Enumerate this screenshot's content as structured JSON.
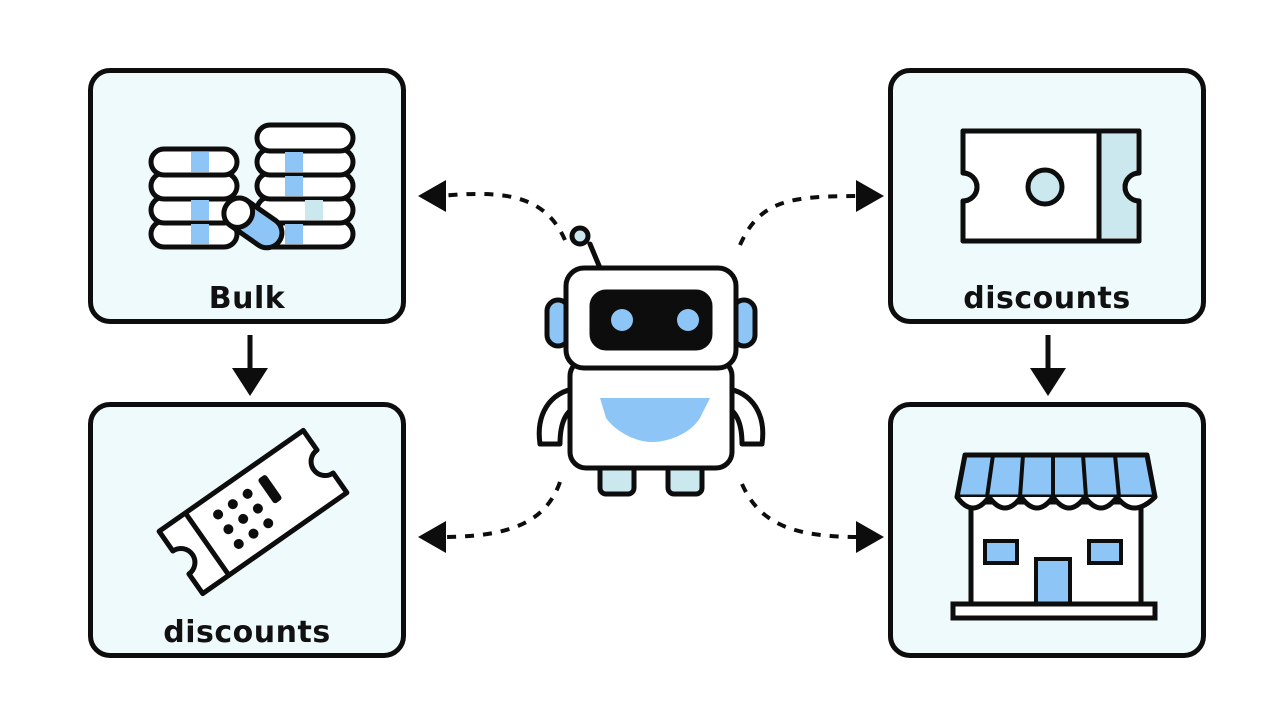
{
  "nodes": {
    "top_left": {
      "label": "Bulk",
      "icon": "coin-stacks-icon"
    },
    "bottom_left": {
      "label": "discounts",
      "icon": "ticket-icon"
    },
    "top_right": {
      "label": "discounts",
      "icon": "coupon-icon"
    },
    "bottom_right": {
      "icon": "storefront-icon"
    },
    "center": {
      "icon": "robot-icon"
    }
  },
  "colors": {
    "stroke": "#0d0d0d",
    "card_fill": "#eefafc",
    "accent_blue": "#8ec5f7",
    "accent_teal": "#cbe8ef"
  }
}
